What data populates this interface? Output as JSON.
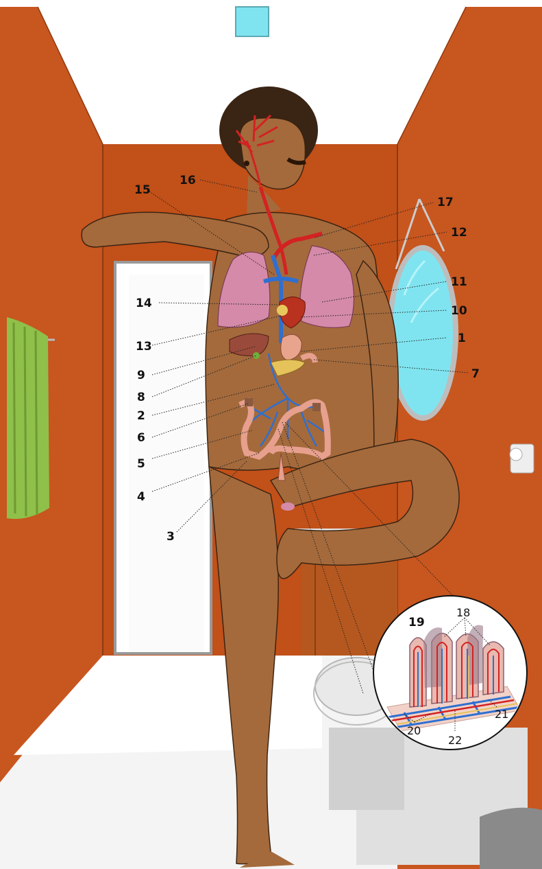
{
  "image": {
    "subject": "illustrated-human-anatomy-diagram",
    "scene": "bathroom"
  },
  "colors": {
    "wall": "#c8561f",
    "wall_dark": "#a94617",
    "skin": "#a46a3c",
    "skin_shadow": "#8a5529",
    "artery": "#d32222",
    "vein": "#2f6fd0",
    "lung": "#d48aa8",
    "intestine": "#e7a08e",
    "liver": "#9a4a3a",
    "pancreas": "#e6c25a",
    "mirror": "#7fe4f0",
    "towel": "#8fc04a",
    "toilet": "#d9d9d9"
  },
  "labels": {
    "l1": "1",
    "l2": "2",
    "l3": "3",
    "l4": "4",
    "l5": "5",
    "l6": "6",
    "l7": "7",
    "l8": "8",
    "l9": "9",
    "l10": "10",
    "l11": "11",
    "l12": "12",
    "l13": "13",
    "l14": "14",
    "l15": "15",
    "l16": "16",
    "l17": "17"
  },
  "inset": {
    "l18": "18",
    "l19": "19",
    "l20": "20",
    "l21": "21",
    "l22": "22"
  }
}
